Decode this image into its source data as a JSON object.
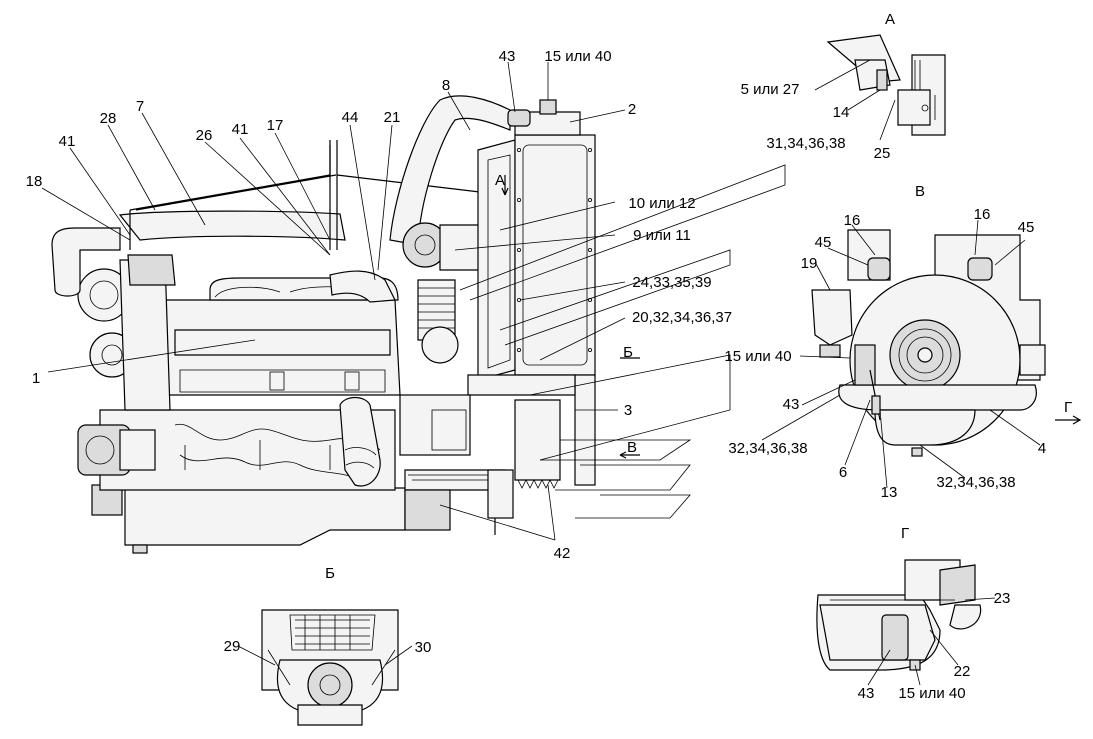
{
  "views": {
    "a": "А",
    "b": "Б",
    "v": "В",
    "g": "Г"
  },
  "callouts": {
    "c43_top": "43",
    "c15_40_top": "15 или 40",
    "c2": "2",
    "c8": "8",
    "c7": "7",
    "c28": "28",
    "c41_left": "41",
    "c18": "18",
    "c26": "26",
    "c41_mid": "41",
    "c17": "17",
    "c44": "44",
    "c21": "21",
    "c10_12": "10 или 12",
    "c9_11": "9 или 11",
    "c24": "24,33,35,39",
    "c20": "20,32,34,36,37",
    "c1": "1",
    "c3": "3",
    "c42": "42",
    "c5_27": "5 или 27",
    "c14": "14",
    "c31": "31,34,36,38",
    "c25": "25",
    "c16_left": "16",
    "c16_right": "16",
    "c45_left": "45",
    "c45_right": "45",
    "c19": "19",
    "c15_40_v": "15 или 40",
    "c43_v": "43",
    "c32_left": "32,34,36,38",
    "c4": "4",
    "c6": "6",
    "c13": "13",
    "c32_right": "32,34,36,38",
    "c29": "29",
    "c30": "30",
    "c23": "23",
    "c22": "22",
    "c43_g": "43",
    "c15_40_g": "15 или 40"
  }
}
